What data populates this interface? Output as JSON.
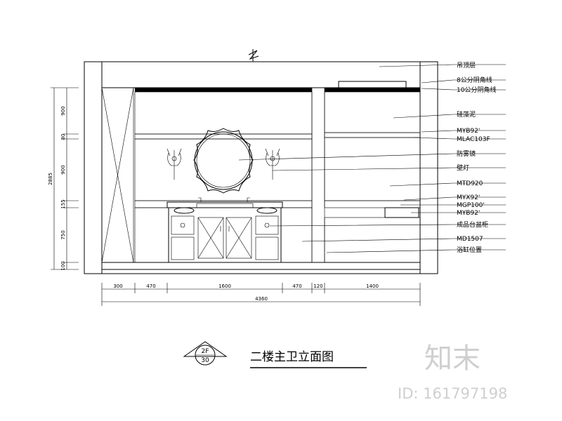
{
  "labels": [
    "吊顶层",
    "8公分阴角线",
    "10公分阴角线",
    "硅藻泥",
    "MYB92'",
    "MLAC103F",
    "防雾镜",
    "壁灯",
    "MTD920",
    "MYX92'",
    "MGP100'",
    "MYB92'",
    "成品台盆柜",
    "MD1507",
    "浴缸位置"
  ],
  "dims_bottom": [
    "300",
    "470",
    "1600",
    "470",
    "120",
    "1400"
  ],
  "dim_total_bottom": "4360",
  "dims_left": [
    "900",
    "80",
    "900",
    "155",
    "750",
    "100"
  ],
  "dim_total_left": "2885",
  "symbol": {
    "top": "2F",
    "bottom": "30"
  },
  "title": "二楼主卫立面图",
  "watermark": {
    "logo": "知末",
    "id": "ID: 161797198"
  },
  "colors": {
    "line": "#000000",
    "watermark": "#cfcfcf"
  }
}
